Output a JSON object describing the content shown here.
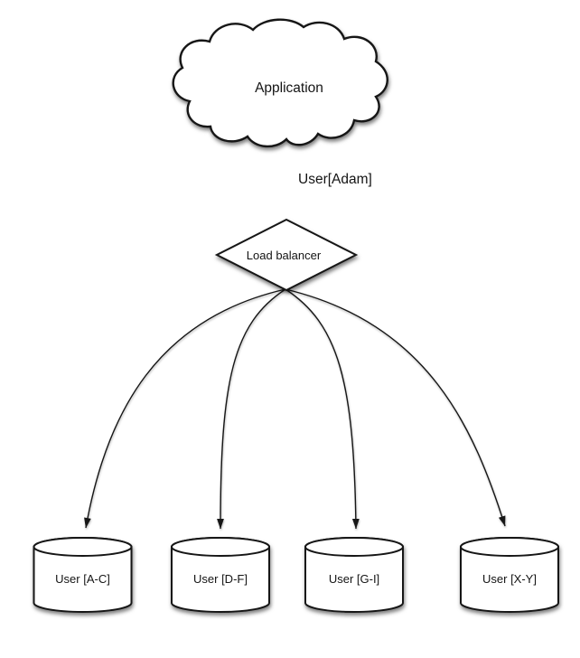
{
  "colors": {
    "background": "#ffffff",
    "stroke": "#141414",
    "shape_fill": "#ffffff",
    "text": "#141414"
  },
  "nodes": {
    "application": {
      "label": "Application",
      "shape": "cloud"
    },
    "load_balancer": {
      "label": "Load balancer",
      "shape": "diamond"
    },
    "shards": [
      {
        "label": "User [A-C]",
        "shape": "cylinder"
      },
      {
        "label": "User [D-F]",
        "shape": "cylinder"
      },
      {
        "label": "User [G-I]",
        "shape": "cylinder"
      },
      {
        "label": "User [X-Y]",
        "shape": "cylinder"
      }
    ]
  },
  "edges": {
    "app_to_lb": {
      "from": "application",
      "to": "load_balancer",
      "label": "User[Adam]"
    },
    "lb_to_shards": [
      {
        "from": "load_balancer",
        "to": "shard-0"
      },
      {
        "from": "load_balancer",
        "to": "shard-1"
      },
      {
        "from": "load_balancer",
        "to": "shard-2"
      },
      {
        "from": "load_balancer",
        "to": "shard-3"
      }
    ]
  }
}
